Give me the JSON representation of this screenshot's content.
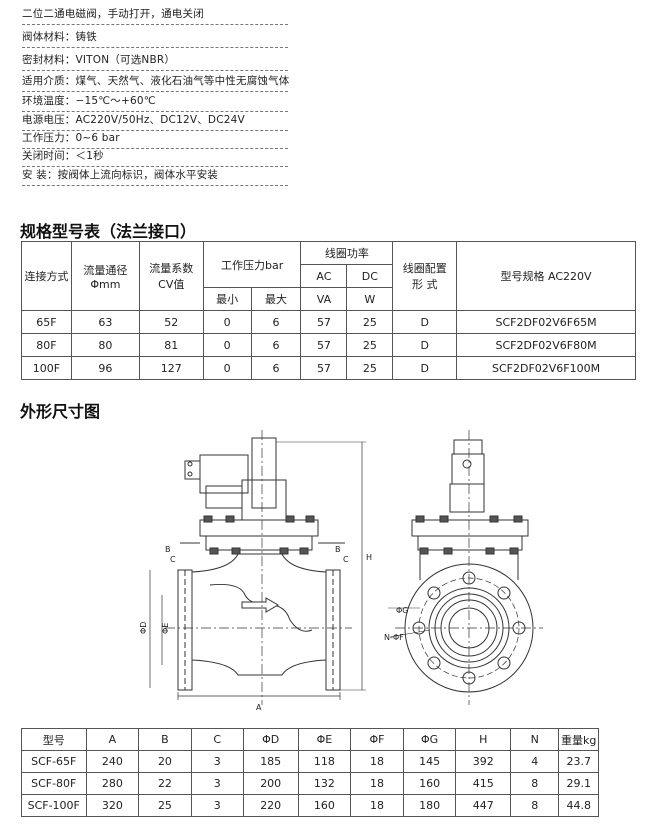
{
  "specs": [
    {
      "label": "二位二通电磁阀，手动打开，通电关闭"
    },
    {
      "label": "阀体材料：铸铁"
    },
    {
      "label": "密封材料：VITON（可选NBR）"
    },
    {
      "label": "适用介质：煤气、天然气、液化石油气等中性无腐蚀气体"
    },
    {
      "label": "环境温度：−15℃～+60℃"
    },
    {
      "label": "电源电压：AC220V/50Hz、DC12V、DC24V"
    },
    {
      "label": "工作压力：0~6 bar"
    },
    {
      "label": "关闭时间：＜1秒"
    },
    {
      "label": "安      装：按阀体上流向标识，阀体水平安装"
    }
  ],
  "section_models": "规格型号表（法兰接口）",
  "model_table": {
    "h_connect": "连接方式",
    "h_bore_1": "流量通径",
    "h_bore_2": "Φmm",
    "h_cv_1": "流量系数",
    "h_cv_2": "CV值",
    "h_pressure": "工作压力bar",
    "h_min": "最小",
    "h_max": "最大",
    "h_power": "线圈功率",
    "h_ac": "AC",
    "h_dc": "DC",
    "h_va": "VA",
    "h_w": "W",
    "h_coil_1": "线圈配置",
    "h_coil_2": "形      式",
    "h_model": "型号规格   AC220V",
    "rows": [
      [
        "65F",
        "63",
        "52",
        "0",
        "6",
        "57",
        "25",
        "D",
        "SCF2DF02V6F65M"
      ],
      [
        "80F",
        "80",
        "81",
        "0",
        "6",
        "57",
        "25",
        "D",
        "SCF2DF02V6F80M"
      ],
      [
        "100F",
        "96",
        "127",
        "0",
        "6",
        "57",
        "25",
        "D",
        "SCF2DF02V6F100M"
      ]
    ]
  },
  "section_dims": "外形尺寸图",
  "drawing_labels": {
    "A": "A",
    "B": "B",
    "C": "C",
    "H": "H",
    "phiD": "ΦD",
    "phiE": "ΦE",
    "phiG": "ΦG",
    "nphiF": "N-ΦF",
    "B2": "B",
    "C2": "C"
  },
  "dim_table": {
    "headers": [
      "型号",
      "A",
      "B",
      "C",
      "ΦD",
      "ΦE",
      "ΦF",
      "ΦG",
      "H",
      "N",
      "重量kg"
    ],
    "rows": [
      [
        "SCF-65F",
        "240",
        "20",
        "3",
        "185",
        "118",
        "18",
        "145",
        "392",
        "4",
        "23.7"
      ],
      [
        "SCF-80F",
        "280",
        "22",
        "3",
        "200",
        "132",
        "18",
        "160",
        "415",
        "8",
        "29.1"
      ],
      [
        "SCF-100F",
        "320",
        "25",
        "3",
        "220",
        "160",
        "18",
        "180",
        "447",
        "8",
        "44.8"
      ]
    ]
  }
}
